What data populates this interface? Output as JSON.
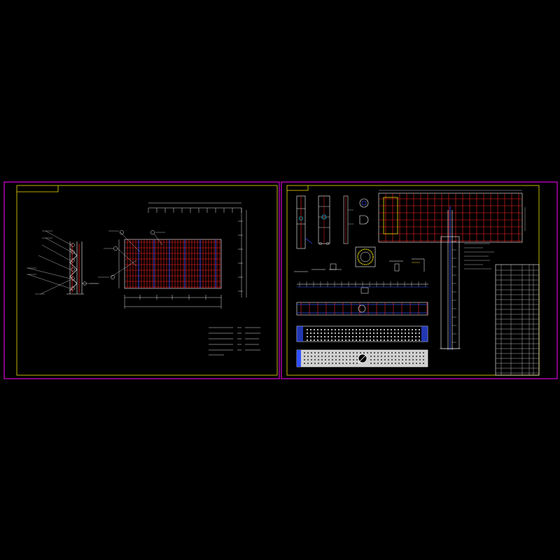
{
  "sheets": [
    {
      "id": "sheet-left",
      "border_color": "#ff00ff",
      "frame_color": "#f0e000"
    },
    {
      "id": "sheet-right",
      "border_color": "#ff00ff",
      "frame_color": "#f0e000"
    }
  ],
  "colors": {
    "background": "#000000",
    "sheet_border": "#ff00ff",
    "frame": "#f0e000",
    "rebar_main": "#ff2020",
    "rebar_dist": "#3050ff",
    "lines": "#ffffff",
    "dims": "#20d020",
    "leaders": "#e0e0e0",
    "circles": "#00e0ff"
  },
  "icons": [
    "leader-callout-circle",
    "section-cut-circle",
    "rebar-grid",
    "pipe-opening-circle"
  ]
}
